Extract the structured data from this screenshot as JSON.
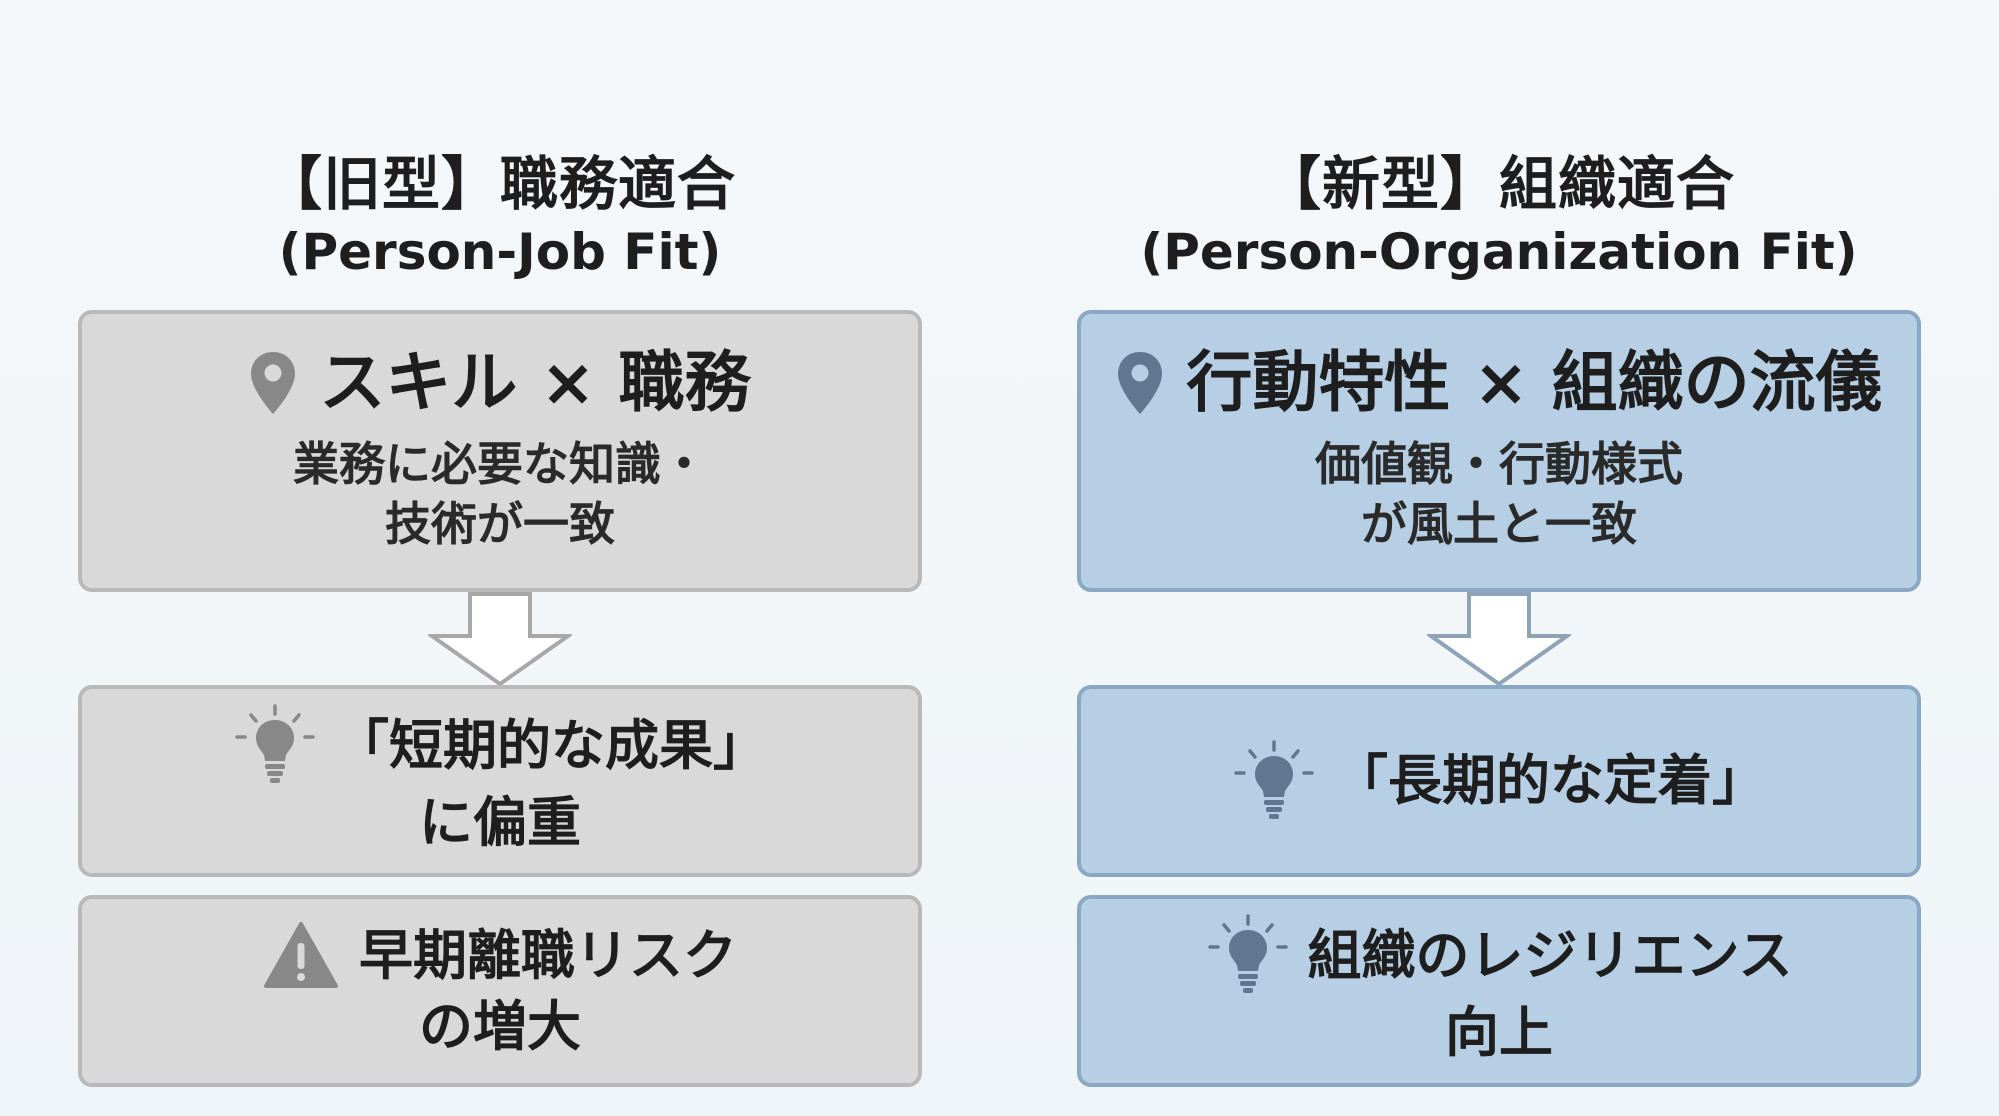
{
  "old": {
    "title_ja": "【旧型】職務適合",
    "title_en": "(Person-Job Fit)",
    "main": {
      "icon": "map-pin-icon",
      "heading": "スキル × 職務",
      "sub_line1": "業務に必要な知識・",
      "sub_line2": "技術が一致"
    },
    "result1": {
      "icon": "lightbulb-icon",
      "line1": "「短期的な成果」",
      "line2": "に偏重"
    },
    "result2": {
      "icon": "warning-icon",
      "line1": "早期離職リスク",
      "line2": "の増大"
    }
  },
  "new": {
    "title_ja": "【新型】組織適合",
    "title_en": "(Person-Organization Fit)",
    "main": {
      "icon": "map-pin-icon",
      "heading": "行動特性 × 組織の流儀",
      "sub_line1": "価値観・行動様式",
      "sub_line2": "が風土と一致"
    },
    "result1": {
      "icon": "lightbulb-icon",
      "line1": "「長期的な定着」"
    },
    "result2": {
      "icon": "lightbulb-icon",
      "line1": "組織のレジリエンス",
      "line2": "向上"
    }
  },
  "colors": {
    "old_box_fill": "#d9d9d9",
    "old_box_border": "#b9b9b9",
    "new_box_fill": "#b6cfe5",
    "new_box_border": "#8aa8c3",
    "old_icon": "#888888",
    "new_icon": "#5f7890",
    "background": "#f2f6f9"
  }
}
